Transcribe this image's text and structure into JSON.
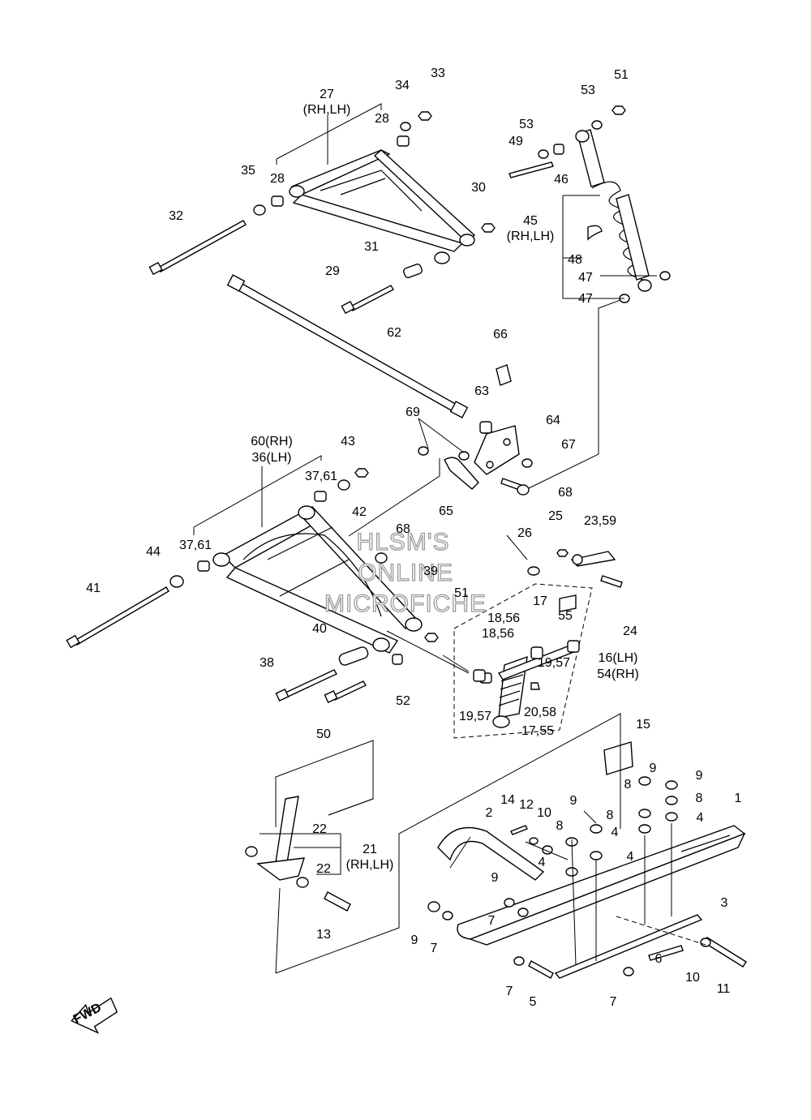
{
  "watermark": {
    "line1": "HLSM'S",
    "line2": "ONLINE",
    "line3": "MICROFICHE"
  },
  "fwd_label": "FWD",
  "callouts": {
    "c1": "1",
    "c2": "2",
    "c3": "3",
    "c4a": "4",
    "c4b": "4",
    "c4c": "4",
    "c4d": "4",
    "c5": "5",
    "c6": "6",
    "c7a": "7",
    "c7b": "7",
    "c7c": "7",
    "c7d": "7",
    "c8a": "8",
    "c8b": "8",
    "c8c": "8",
    "c8d": "8",
    "c9a": "9",
    "c9b": "9",
    "c9c": "9",
    "c9d": "9",
    "c9e": "9",
    "c10a": "10",
    "c10b": "10",
    "c11": "11",
    "c12": "12",
    "c13": "13",
    "c14": "14",
    "c15": "15",
    "c16": "16(LH)",
    "c54": "54(RH)",
    "c17a": "17",
    "c1755": "17,55",
    "c1856a": "18,56",
    "c1856b": "18,56",
    "c1957a": "19,57",
    "c1957b": "19,57",
    "c2058": "20,58",
    "c21": "21",
    "c21sub": "(RH,LH)",
    "c22a": "22",
    "c22b": "22",
    "c2359": "23,59",
    "c24": "24",
    "c25": "25",
    "c26": "26",
    "c27": "27",
    "c27sub": "(RH,LH)",
    "c28a": "28",
    "c28b": "28",
    "c29": "29",
    "c30": "30",
    "c31": "31",
    "c32": "32",
    "c33": "33",
    "c34": "34",
    "c35": "35",
    "c3761a": "37,61",
    "c3761b": "37,61",
    "c38": "38",
    "c39": "39",
    "c40": "40",
    "c41": "41",
    "c42": "42",
    "c43": "43",
    "c44": "44",
    "c45": "45",
    "c45sub": "(RH,LH)",
    "c46": "46",
    "c47a": "47",
    "c47b": "47",
    "c48": "48",
    "c49": "49",
    "c50": "50",
    "c51a": "51",
    "c51b": "51",
    "c52": "52",
    "c53a": "53",
    "c53b": "53",
    "c55": "55",
    "c60": "60(RH)",
    "c36": "36(LH)",
    "c62": "62",
    "c63": "63",
    "c64": "64",
    "c65": "65",
    "c66": "66",
    "c67": "67",
    "c68a": "68",
    "c68b": "68",
    "c69": "69"
  }
}
